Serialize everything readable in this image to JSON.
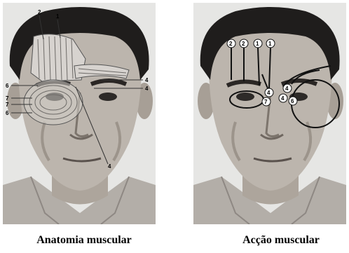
{
  "captions": {
    "left": "Anatomia muscular",
    "right": "Acção muscular"
  },
  "left_labels": [
    "2",
    "1",
    "6",
    "7",
    "7",
    "6",
    "4",
    "4",
    "4"
  ],
  "right_labels": [
    "2",
    "2",
    "1",
    "1",
    "4",
    "7",
    "4",
    "4",
    "6"
  ],
  "colors": {
    "background": "#ffffff",
    "photo_bg": "#e8e8e6",
    "skin": "#b9b2aa",
    "hair": "#1f1d1c"
  }
}
